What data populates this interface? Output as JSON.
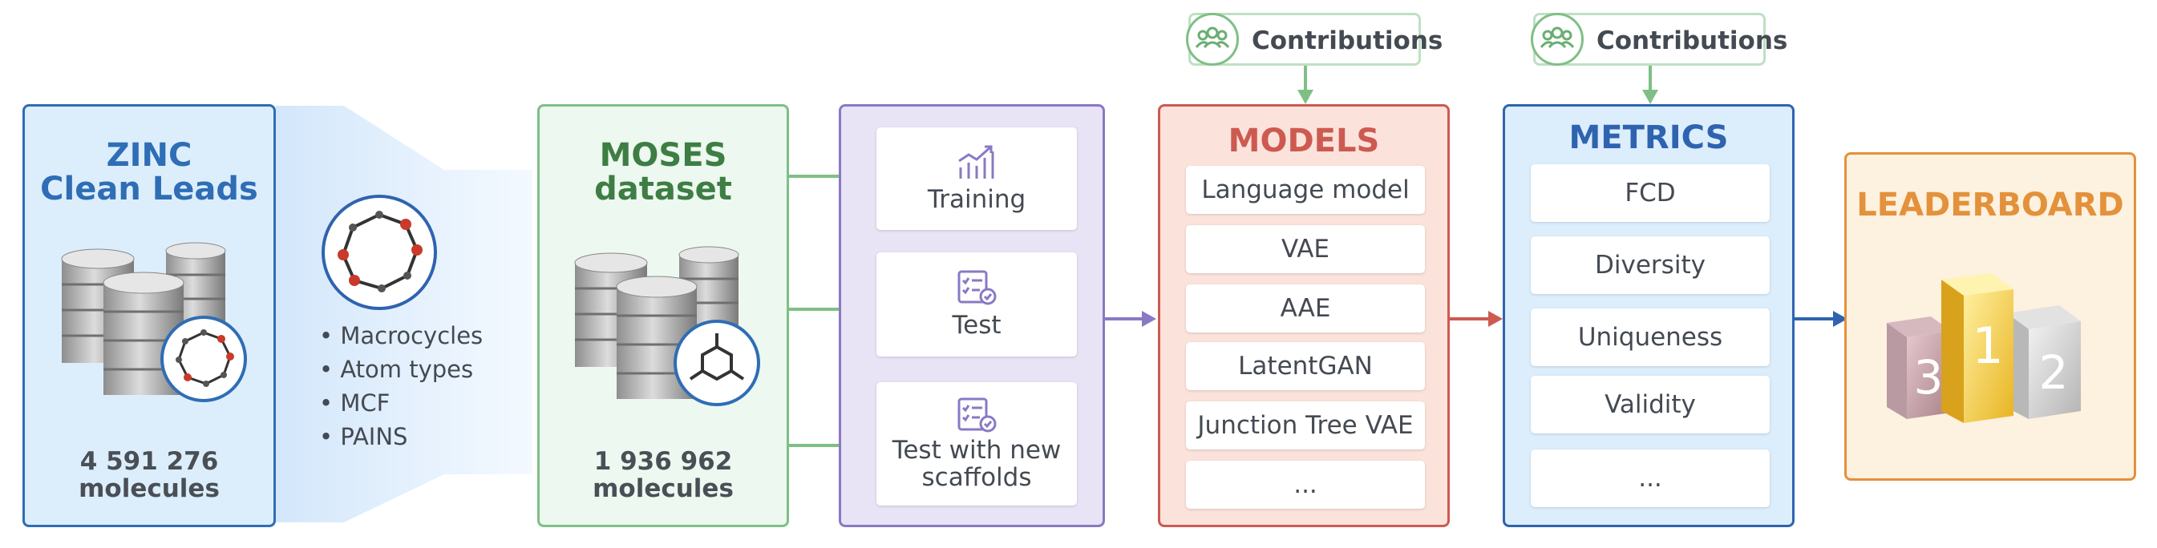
{
  "zinc": {
    "title_line1": "ZINC",
    "title_line2": "Clean Leads",
    "count": "4 591 276",
    "unit": "molecules"
  },
  "filters": [
    "Macrocycles",
    "Atom types",
    "MCF",
    "PAINS"
  ],
  "moses": {
    "title_line1": "MOSES",
    "title_line2": "dataset",
    "count": "1 936 962",
    "unit": "molecules"
  },
  "splits": {
    "training": "Training",
    "test": "Test",
    "scaffold_line1": "Test with new",
    "scaffold_line2": "scaffolds"
  },
  "models": {
    "title": "MODELS",
    "items": [
      "Language model",
      "VAE",
      "AAE",
      "LatentGAN",
      "Junction Tree VAE",
      "..."
    ]
  },
  "metrics": {
    "title": "METRICS",
    "items": [
      "FCD",
      "Diversity",
      "Uniqueness",
      "Validity",
      "..."
    ]
  },
  "contributions": {
    "label": "Contributions"
  },
  "leaderboard": {
    "title": "LEADERBOARD",
    "places": [
      "1",
      "2",
      "3"
    ]
  },
  "colors": {
    "zinc": "#2f6db5",
    "moses": "#3e7d43",
    "splits": "#8a79c4",
    "models": "#cd5a50",
    "metrics": "#2f63b0",
    "leaderboard": "#e3913a",
    "contributions": "#7fbf86"
  }
}
